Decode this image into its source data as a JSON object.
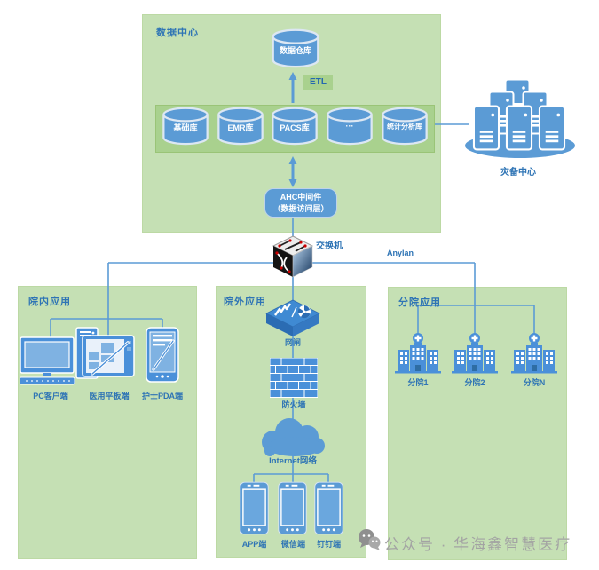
{
  "datacenter": {
    "title": "数据中心",
    "warehouse_label": "数据仓库",
    "etl_label": "ETL",
    "databases": [
      "基础库",
      "EMR库",
      "PACS库",
      "···",
      "统计分析库"
    ],
    "middleware": {
      "line1": "AHC中间件",
      "line2": "（数据访问层）"
    }
  },
  "disaster": {
    "label": "灾备中心"
  },
  "network": {
    "switch_label": "交换机",
    "lan_label": "Anylan"
  },
  "internal_apps": {
    "title": "院内应用",
    "devices": [
      "PC客户端",
      "医用平板端",
      "护士PDA端"
    ]
  },
  "external_apps": {
    "title": "院外应用",
    "gatekeeper_label": "网闸",
    "firewall_label": "防火墙",
    "internet_label": "Internet网络",
    "phones": [
      "APP端",
      "微信端",
      "钉钉端"
    ]
  },
  "branch_apps": {
    "title": "分院应用",
    "hospitals": [
      "分院1",
      "分院2",
      "分院N"
    ]
  },
  "watermark": {
    "text": "公众号 · 华海鑫智慧医疗"
  },
  "colors": {
    "box_green": "#c5e0b4",
    "inner_green": "#a9d18e",
    "shape_blue": "#5b9bd5",
    "label_blue": "#2e74b5",
    "line_blue": "#5b9bd5",
    "watermark_gray": "#a3a3a3"
  }
}
